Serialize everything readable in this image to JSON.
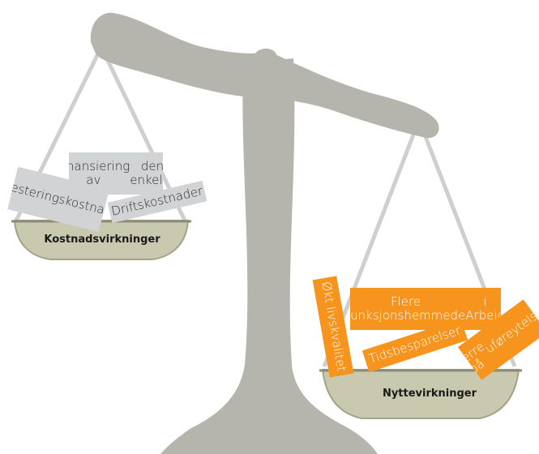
{
  "left_pan": {
    "label": "Kostnadsvirkninger",
    "cards": [
      {
        "lines": [
          "Investerings",
          "kostnader"
        ]
      },
      {
        "lines": [
          "Finansiering av",
          "den enkelte"
        ]
      },
      {
        "lines": [
          "Driftskostnader"
        ]
      }
    ]
  },
  "right_pan": {
    "label": "Nyttevirkninger",
    "cards": [
      {
        "lines": [
          "Økt livskvalitet"
        ]
      },
      {
        "lines": [
          "Flere funksjonshemmede",
          "i Arbeid"
        ]
      },
      {
        "lines": [
          "Tidsbesparelser"
        ]
      },
      {
        "lines": [
          "Færre på",
          "uføreytelser"
        ]
      }
    ]
  },
  "colors": {
    "scale": "#b5b4ad",
    "pan": "#c8c9ae",
    "chain": "#cfcfcf",
    "cost_card": "#d1d3d4",
    "benefit_card": "#f7941d"
  }
}
